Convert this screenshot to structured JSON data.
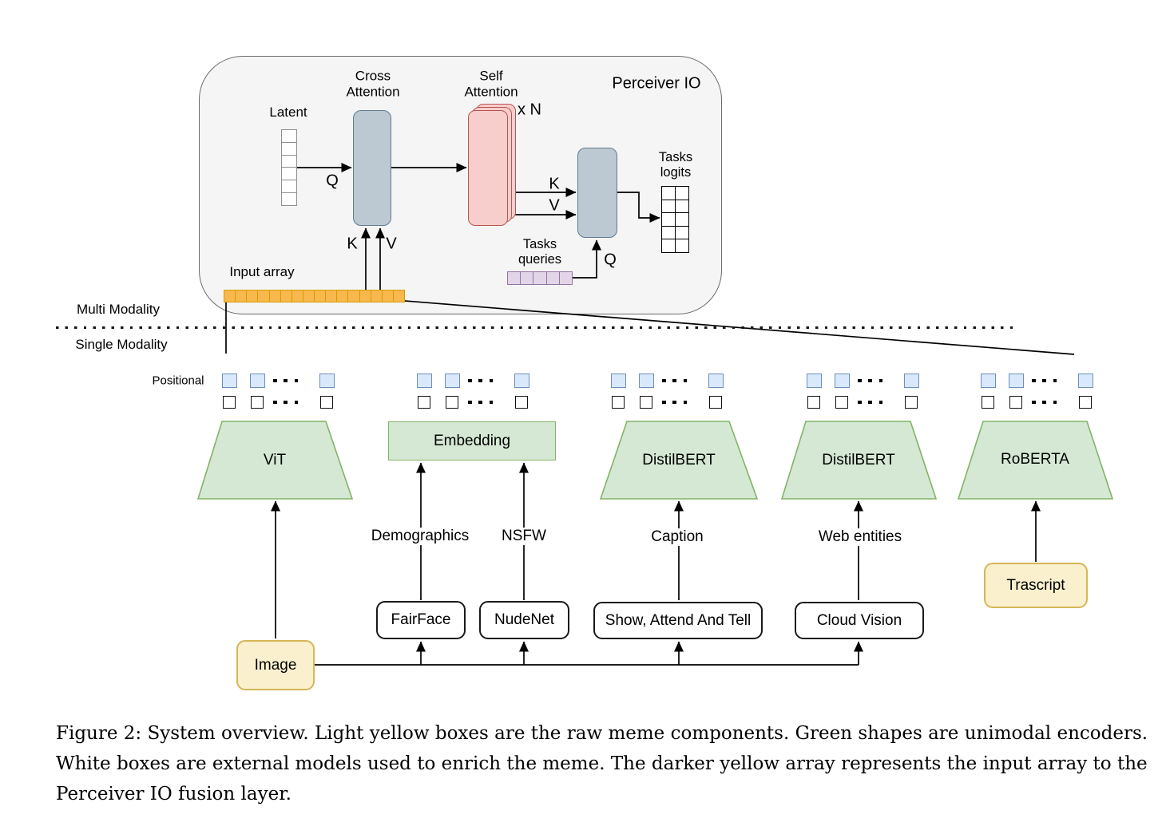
{
  "perceiver_io": {
    "title": "Perceiver IO",
    "latent_label": "Latent",
    "cross_attention": {
      "line1": "Cross",
      "line2": "Attention"
    },
    "self_attention": {
      "line1": "Self",
      "line2": "Attention"
    },
    "repeat_label": "x N",
    "q_latent": "Q",
    "k_input": "K",
    "v_input": "V",
    "k_self": "K",
    "v_self": "V",
    "q_tasks": "Q",
    "tasks_logits": {
      "line1": "Tasks",
      "line2": "logits"
    },
    "tasks_queries": {
      "line1": "Tasks",
      "line2": "queries"
    },
    "input_array_label": "Input array",
    "arrays": {
      "latent_cells": 6,
      "input_cells": 16,
      "queries_cells": 5,
      "logits_cells": 10
    }
  },
  "modality": {
    "multi": "Multi Modality",
    "single": "Single Modality",
    "positional_label": "Positional"
  },
  "encoders": [
    {
      "label": "ViT"
    },
    {
      "label": "Embedding"
    },
    {
      "label": "DistilBERT"
    },
    {
      "label": "DistilBERT"
    },
    {
      "label": "RoBERTA"
    }
  ],
  "feature_labels": [
    {
      "label": "Demographics"
    },
    {
      "label": "NSFW"
    },
    {
      "label": "Caption"
    },
    {
      "label": "Web entities"
    }
  ],
  "external_models": [
    {
      "label": "FairFace"
    },
    {
      "label": "NudeNet"
    },
    {
      "label": "Show, Attend And Tell"
    },
    {
      "label": "Cloud Vision"
    }
  ],
  "meme_components": [
    {
      "label": "Image"
    },
    {
      "label": "Trascript"
    }
  ],
  "caption": {
    "lines": [
      "Figure 2: System overview. Light yellow boxes are the raw meme components. Green shapes are unimodal encoders.",
      "White boxes are external models used to enrich the meme. The darker yellow array represents the input array to the",
      "Perceiver IO fusion layer."
    ]
  },
  "colors": {
    "encoder_green": "#D5E8D4",
    "encoder_green_border": "#82B366",
    "attention_blue": "#BCC8D2",
    "attention_blue_border": "#5D7B94",
    "self_attention_pink": "#F8CECC",
    "self_attention_pink_border": "#B85450",
    "input_array_orange": "#F8B84E",
    "input_array_orange_border": "#D79B00",
    "queries_purple": "#E1D5E7",
    "queries_purple_border": "#9673A6",
    "component_yellow": "#FAF0CE",
    "component_yellow_border": "#D6B656",
    "positional_blue": "#DAE8FC",
    "positional_blue_border": "#6C8EBF",
    "container_gray": "#F5F5F5"
  }
}
